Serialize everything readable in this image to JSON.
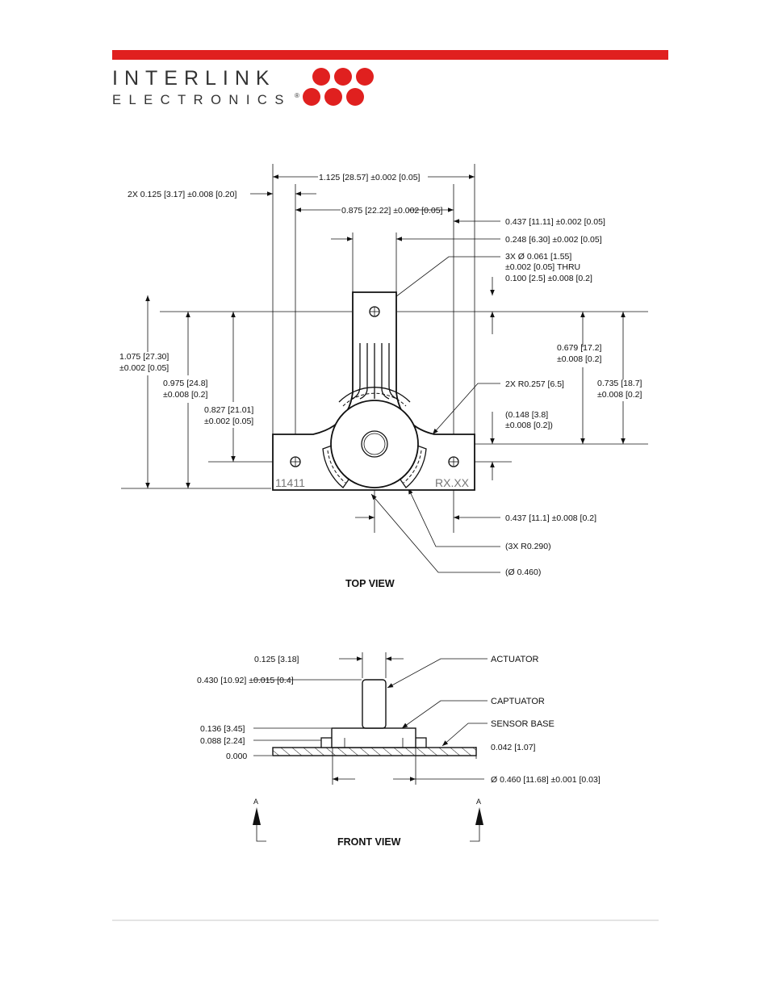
{
  "header": {
    "brand_line1": "INTERLINK",
    "brand_line2": "ELECTRONICS",
    "registered": "®",
    "accent_color": "#e0201f"
  },
  "top_view": {
    "title": "TOP VIEW",
    "marking_left": "11411",
    "marking_right": "RX.XX",
    "dims": {
      "d_width": "1.125 [28.57] ±0.002 [0.05]",
      "d_2x": "2X 0.125 [3.17] ±0.008 [0.20]",
      "d_0875": "0.875 [22.22] ±0.002 [0.05]",
      "d_0437a": "0.437 [11.11] ±0.002 [0.05]",
      "d_0248": "0.248 [6.30] ±0.002 [0.05]",
      "d_hole_1": "3X Ø 0.061 [1.55]",
      "d_hole_2": "±0.002 [0.05] THRU",
      "d_0100": "0.100 [2.5] ±0.008 [0.2]",
      "d_0679_1": "0.679 [17.2]",
      "d_0679_2": "±0.008 [0.2]",
      "d_0735_1": "0.735 [18.7]",
      "d_0735_2": "±0.008 [0.2]",
      "d_r257": "2X R0.257 [6.5]",
      "d_0148_1": "(0.148 [3.8]",
      "d_0148_2": "±0.008 [0.2])",
      "d_1075_1": "1.075 [27.30]",
      "d_1075_2": "±0.002 [0.05]",
      "d_0975_1": "0.975 [24.8]",
      "d_0975_2": "±0.008 [0.2]",
      "d_0827_1": "0.827 [21.01]",
      "d_0827_2": "±0.002 [0.05]",
      "d_0437b": "0.437 [11.1] ±0.008 [0.2]",
      "d_r290": "(3X R0.290)",
      "d_dia": "(Ø 0.460)"
    }
  },
  "front_view": {
    "title": "FRONT VIEW",
    "section_a": "A",
    "dims": {
      "d_0125": "0.125 [3.18]",
      "d_0430": "0.430 [10.92] ±0.015 [0.4]",
      "d_0136": "0.136 [3.45]",
      "d_0088": "0.088 [2.24]",
      "d_0000": "0.000",
      "d_0042": "0.042 [1.07]",
      "d_dia": "Ø 0.460 [11.68] ±0.001 [0.03]"
    },
    "labels": {
      "actuator": "ACTUATOR",
      "captuator": "CAPTUATOR",
      "sensor_base": "SENSOR BASE"
    }
  }
}
